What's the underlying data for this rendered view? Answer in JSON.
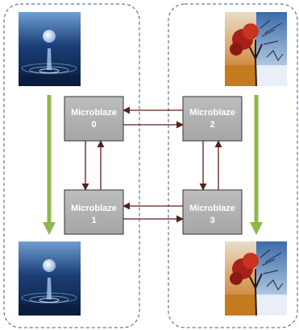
{
  "processors": [
    {
      "line1": "Microblaze",
      "line2": "0"
    },
    {
      "line1": "Microblaze",
      "line2": "1"
    },
    {
      "line1": "Microblaze",
      "line2": "2"
    },
    {
      "line1": "Microblaze",
      "line2": "3"
    }
  ],
  "images": [
    {
      "icon": "water-droplet-image"
    },
    {
      "icon": "water-droplet-image"
    },
    {
      "icon": "seasons-tree-image"
    },
    {
      "icon": "seasons-tree-image"
    }
  ],
  "colors": {
    "group_border": "#3c5a86",
    "node_fill": "#b3b3b3",
    "node_border": "#333333",
    "connector": "#5a1f1a",
    "flow_arrow": "#8cb84a"
  }
}
